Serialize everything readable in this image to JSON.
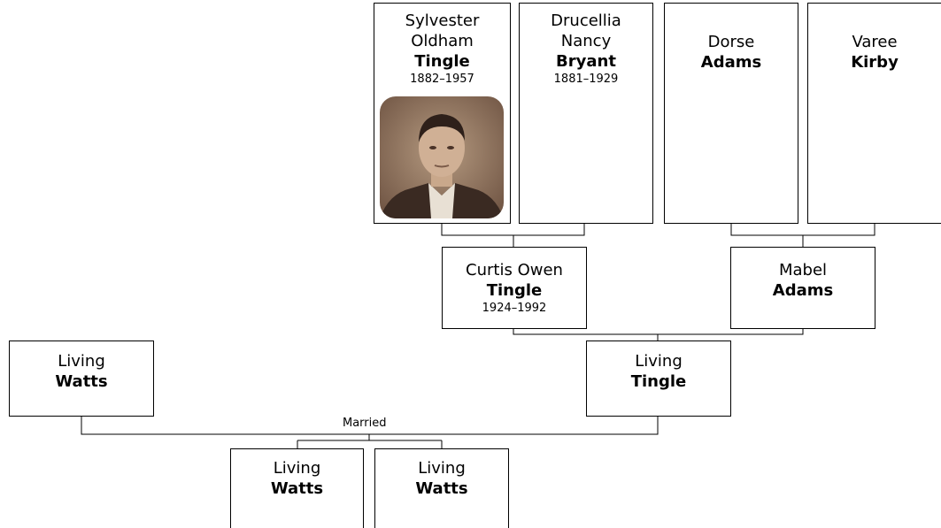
{
  "people": {
    "sylvester": {
      "given": "Sylvester\nOldham",
      "surname": "Tingle",
      "dates": "1882–1957"
    },
    "drucellia": {
      "given": "Drucellia\nNancy",
      "surname": "Bryant",
      "dates": "1881–1929"
    },
    "dorse": {
      "given": "Dorse",
      "surname": "Adams"
    },
    "varee": {
      "given": "Varee",
      "surname": "Kirby"
    },
    "curtis": {
      "given": "Curtis Owen",
      "surname": "Tingle",
      "dates": "1924–1992"
    },
    "mabel": {
      "given": "Mabel",
      "surname": "Adams"
    },
    "living_tingle": {
      "given": "Living",
      "surname": "Tingle"
    },
    "living_watts_parent": {
      "given": "Living",
      "surname": "Watts"
    },
    "child1": {
      "given": "Living",
      "surname": "Watts"
    },
    "child2": {
      "given": "Living",
      "surname": "Watts"
    }
  },
  "labels": {
    "married": "Married"
  }
}
